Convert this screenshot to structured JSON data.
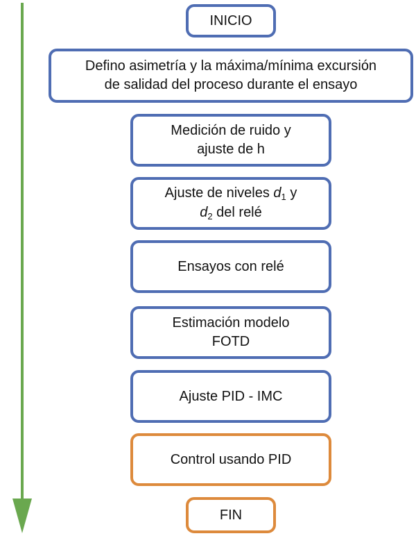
{
  "colors": {
    "blue": "#4f6db3",
    "orange": "#dd8a3c",
    "arrow": "#6aa84f"
  },
  "steps": {
    "inicio": "INICIO",
    "defino_l1": "Defino asimetría y la máxima/mínima excursión",
    "defino_l2": "de salidad del proceso durante el ensayo",
    "medicion_l1": "Medición de ruido y",
    "medicion_l2": "ajuste de h",
    "niveles_pre": "Ajuste de niveles",
    "niveles_d": "d",
    "niveles_sub1": "1",
    "niveles_y": "y",
    "niveles_d2": "d",
    "niveles_sub2": "2",
    "niveles_post": "del relé",
    "ensayos": "Ensayos con relé",
    "estimacion_l1": "Estimación modelo",
    "estimacion_l2": "FOTD",
    "ajuste_pid": "Ajuste PID - IMC",
    "control": "Control usando PID",
    "fin": "FIN"
  }
}
